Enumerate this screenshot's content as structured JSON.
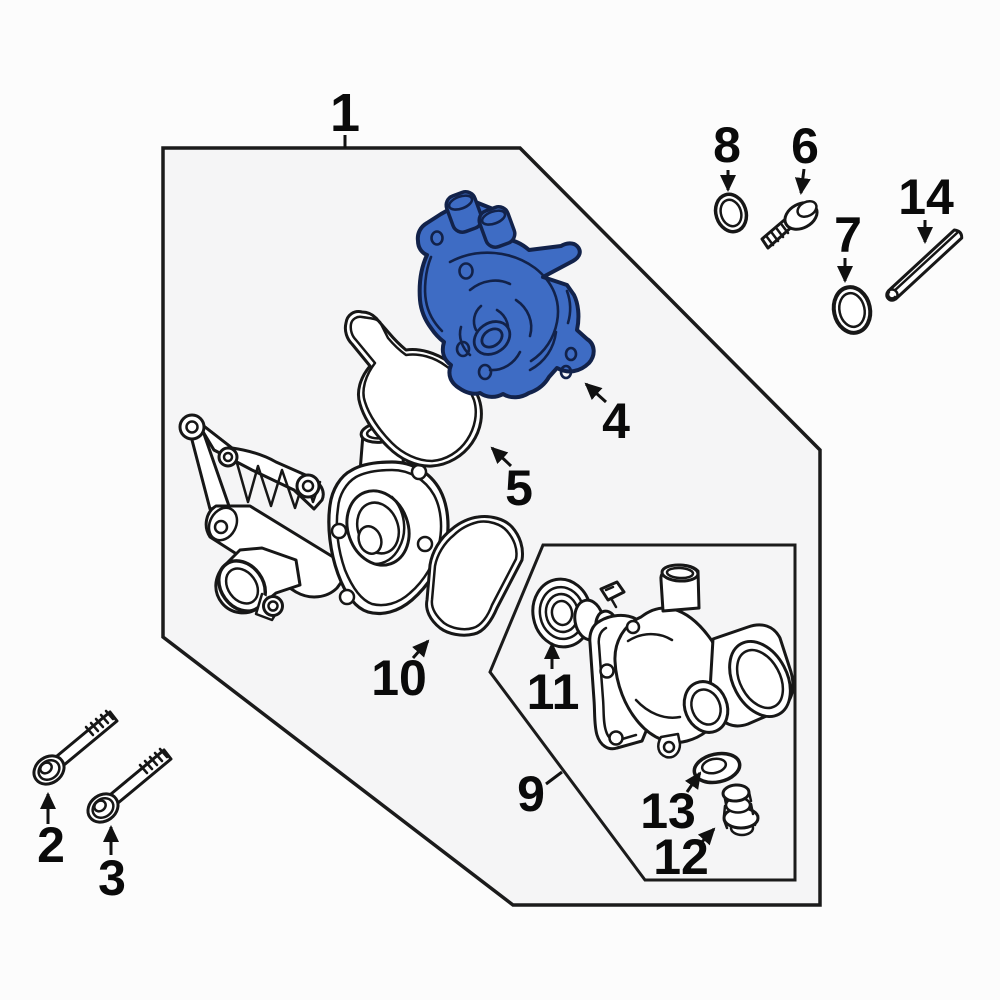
{
  "diagram": {
    "type": "exploded-parts-diagram",
    "highlight_color": "#3E6CC4",
    "line_color": "#1A1A1A",
    "panel_fill": "#F5F5F6",
    "background": "#FCFCFC",
    "callouts": [
      {
        "label": "1"
      },
      {
        "label": "2"
      },
      {
        "label": "3"
      },
      {
        "label": "4"
      },
      {
        "label": "5"
      },
      {
        "label": "6"
      },
      {
        "label": "7"
      },
      {
        "label": "8"
      },
      {
        "label": "9"
      },
      {
        "label": "10"
      },
      {
        "label": "11"
      },
      {
        "label": "12"
      },
      {
        "label": "13"
      },
      {
        "label": "14"
      }
    ],
    "parts": [
      {
        "callout": "1",
        "icon": "assembly-outline-box-icon"
      },
      {
        "callout": "2",
        "icon": "long-flange-bolt-icon"
      },
      {
        "callout": "3",
        "icon": "long-flange-bolt-icon"
      },
      {
        "callout": "4",
        "icon": "highlighted-pump-cover-icon"
      },
      {
        "callout": "5",
        "icon": "gasket-icon"
      },
      {
        "callout": "6",
        "icon": "short-flange-bolt-icon"
      },
      {
        "callout": "7",
        "icon": "o-ring-icon"
      },
      {
        "callout": "8",
        "icon": "o-ring-icon"
      },
      {
        "callout": "9",
        "icon": "sub-assembly-box-icon"
      },
      {
        "callout": "10",
        "icon": "seal-gasket-icon"
      },
      {
        "callout": "11",
        "icon": "thermostat-icon"
      },
      {
        "callout": "12",
        "icon": "plug-icon"
      },
      {
        "callout": "13",
        "icon": "seal-ring-icon"
      },
      {
        "callout": "14",
        "icon": "dowel-pin-icon"
      }
    ]
  }
}
